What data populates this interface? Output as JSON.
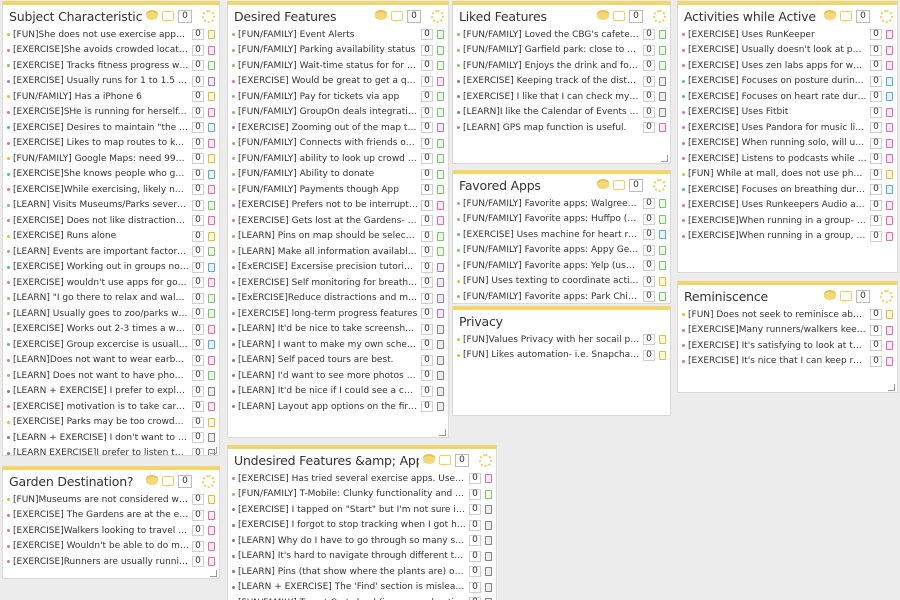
{
  "colors": {
    "accent": "#f2d66b",
    "pink": "#e86aa8",
    "green": "#7cc46a",
    "purple": "#9a7ad0",
    "blue": "#5aa8e0",
    "yellow": "#e0c030",
    "gray": "#808080"
  },
  "panels": [
    {
      "title": "Subject Characteristics",
      "count": "0",
      "rows": [
        {
          "t": "[FUN]She does not use exercise apps. Finds t...",
          "c": "0",
          "tag": "yellow"
        },
        {
          "t": "[EXERCISE]She avoids crowded locations whe...",
          "c": "0",
          "tag": "pink"
        },
        {
          "t": "[EXERCISE] Tracks fitness progress with app.",
          "c": "0",
          "tag": "green"
        },
        {
          "t": "[EXERCISE] Usually runs for 1 to 1.5 hours.",
          "c": "0",
          "tag": "purple"
        },
        {
          "t": "[FUN/FAMILY] Has a iPhone 6",
          "c": "0",
          "tag": "yellow"
        },
        {
          "t": "[EXERCISE]SHe is running for herself. People i...",
          "c": "0",
          "tag": "pink"
        },
        {
          "t": "[EXERCISE] Desires to maintain \"the zone\" re...",
          "c": "0",
          "tag": "blue"
        },
        {
          "t": "[EXERCISE] Likes to map routes to keep track...",
          "c": "0",
          "tag": "pink"
        },
        {
          "t": "[FUN/FAMILY] Google Maps: need 99% accur...",
          "c": "0",
          "tag": "yellow"
        },
        {
          "t": "[EXERCISE]She knows people who go to the ...",
          "c": "0",
          "tag": "blue"
        },
        {
          "t": "[EXERCISE]While exercising, likely not be inte...",
          "c": "0",
          "tag": "pink"
        },
        {
          "t": "[LEARN] Visits Museums/Parks several times ...",
          "c": "0",
          "tag": "green"
        },
        {
          "t": "[EXERCISE] Does not like distractions while ru...",
          "c": "0",
          "tag": "pink"
        },
        {
          "t": "[EXERCISE] Runs alone",
          "c": "0",
          "tag": "yellow"
        },
        {
          "t": "[LEARN] Events are important factor in atten...",
          "c": "0",
          "tag": "green"
        },
        {
          "t": "[EXERCISE] Working out in groups not necess...",
          "c": "0",
          "tag": "blue"
        },
        {
          "t": "[EXERCISE] wouldn't use apps for goal trackin...",
          "c": "0",
          "tag": "pink"
        },
        {
          "t": "[LEARN] \"I go there to relax and walk around.\"",
          "c": "0",
          "tag": "green"
        },
        {
          "t": "[LEARN] Usually goes to zoo/parks with 1-2 o...",
          "c": "0",
          "tag": "green"
        },
        {
          "t": "[EXERCISE] Works out 2-3 times a week 2-3 ...",
          "c": "0",
          "tag": "pink"
        },
        {
          "t": "[EXERCISE] Group excercise is usually coordi...",
          "c": "0",
          "tag": "blue"
        },
        {
          "t": "[LEARN]Does not want to wear earbuds beca...",
          "c": "0",
          "tag": "pink"
        },
        {
          "t": "[LEARN] Does not want to have phone out all...",
          "c": "0",
          "tag": "green"
        },
        {
          "t": "[LEARN + EXERCISE] I prefer to explore on m...",
          "c": "0",
          "tag": "gray"
        },
        {
          "t": "[EXERCISE] motivation is to take care of the b...",
          "c": "0",
          "tag": "pink"
        },
        {
          "t": "[EXERCISE] Parks may be too crowded to run...",
          "c": "0",
          "tag": "yellow"
        },
        {
          "t": "[LEARN + EXERCISE] I don't want to constantl...",
          "c": "0",
          "tag": "gray"
        },
        {
          "t": "[LEARN EXERCISE]I prefer to listen to an audi...",
          "c": "0",
          "tag": "gray"
        }
      ]
    },
    {
      "title": "Garden Destination?",
      "count": "0",
      "rows": [
        {
          "t": "[FUN]Museums are not considered when deci...",
          "c": "0",
          "tag": "yellow"
        },
        {
          "t": "[EXERCISE] The Gardens are at the end of a lo...",
          "c": "0",
          "tag": "pink"
        },
        {
          "t": "[EXERCISE]Walkers looking to travel shorter ...",
          "c": "0",
          "tag": "pink"
        },
        {
          "t": "[EXERCISE] Wouldn't be able to do more then...",
          "c": "0",
          "tag": "pink"
        },
        {
          "t": "[EXERCISE]Runners are usually running throu...",
          "c": "0",
          "tag": "pink"
        }
      ]
    },
    {
      "title": "Desired Features",
      "count": "0",
      "rows": [
        {
          "t": "[FUN/FAMILY] Event Alerts",
          "c": "0",
          "tag": "green"
        },
        {
          "t": "[FUN/FAMILY] Parking availability status",
          "c": "0",
          "tag": "green"
        },
        {
          "t": "[FUN/FAMILY] Wait-time status for for exhibit...",
          "c": "0",
          "tag": "green"
        },
        {
          "t": "[EXERCISE] Would be great to get a quick ans...",
          "c": "0",
          "tag": "pink"
        },
        {
          "t": "[FUN/FAMILY] Pay for tickets via app",
          "c": "0",
          "tag": "green"
        },
        {
          "t": "[FUN/FAMILY] GroupOn deals integration",
          "c": "0",
          "tag": "green"
        },
        {
          "t": "[EXERCISE] Zooming out of the map to see in ...",
          "c": "0",
          "tag": "purple"
        },
        {
          "t": "[FUN/FAMILY] Connects with friends on Group...",
          "c": "0",
          "tag": "green"
        },
        {
          "t": "[FUN/FAMILY] ability to look up crowd status ...",
          "c": "0",
          "tag": "green"
        },
        {
          "t": "[FUN/FAMILY] Ability to donate",
          "c": "0",
          "tag": "green"
        },
        {
          "t": "[FUN/FAMILY] Payments though App",
          "c": "0",
          "tag": "green"
        },
        {
          "t": "[EXERCISE] Prefers not to be interrupted while...",
          "c": "0",
          "tag": "pink"
        },
        {
          "t": "[EXERCISE] Gets lost at the Gardens- Would lo...",
          "c": "0",
          "tag": "pink"
        },
        {
          "t": "[LEARN] Pins on map should be selectable.",
          "c": "0",
          "tag": "green"
        },
        {
          "t": "[LEARN] Make all information available in the a...",
          "c": "0",
          "tag": "green"
        },
        {
          "t": "[ExERCISE] Excersise precision tutorials and h...",
          "c": "0",
          "tag": "purple"
        },
        {
          "t": "[EXERCISE] Self monitoring for breathing and p...",
          "c": "0",
          "tag": "purple"
        },
        {
          "t": "[ExERCISE]Reduce distractions and maintain f...",
          "c": "0",
          "tag": "purple"
        },
        {
          "t": "[EXERCISE] long-term progress features",
          "c": "0",
          "tag": "purple"
        },
        {
          "t": "[LEARN] It'd be nice to take screenshots of the...",
          "c": "0",
          "tag": "gray"
        },
        {
          "t": "[LEARN] I want to make my own schedule to g...",
          "c": "0",
          "tag": "gray"
        },
        {
          "t": "[LEARN] Self paced tours are best.",
          "c": "0",
          "tag": "gray"
        },
        {
          "t": "[LEARN] I'd want to see more photos of the gar...",
          "c": "0",
          "tag": "gray"
        },
        {
          "t": "[LEARN] It'd be nice if I could see a categorizat...",
          "c": "0",
          "tag": "gray"
        },
        {
          "t": "[LEARN] Layout app options on the first page ...",
          "c": "0",
          "tag": "gray"
        }
      ]
    },
    {
      "title": "Undesired Features &amp; Apps",
      "count": "0",
      "rows": [
        {
          "t": "[EXERCISE] Has tried several exercise apps. Uses Nike app. ...",
          "c": "0",
          "tag": "pink"
        },
        {
          "t": "[FUN/FAMILY] T-Mobile: Clunky functionality and inacurate...",
          "c": "0",
          "tag": "green"
        },
        {
          "t": "[EXERCISE] I tapped on \"Start\" but I'm not sure if the app a...",
          "c": "0",
          "tag": "gray"
        },
        {
          "t": "[EXERCISE] I forgot to stop tracking when I got home",
          "c": "0",
          "tag": "gray"
        },
        {
          "t": "[LEARN] Why do I have to go through so many screens to g...",
          "c": "0",
          "tag": "gray"
        },
        {
          "t": "[LEARN] It's hard to navigate through different tours.",
          "c": "0",
          "tag": "gray"
        },
        {
          "t": "[LEARN] Pins (that show where the plants are) on the map ...",
          "c": "0",
          "tag": "gray"
        },
        {
          "t": "[LEARN + EXERCISE] The 'Find' section is misleading becaus...",
          "c": "0",
          "tag": "gray"
        },
        {
          "t": "[FUN/FAMILY] Target Cartwheel (issue: need notifications f...",
          "c": "0",
          "tag": "gray"
        }
      ]
    },
    {
      "title": "Liked Features",
      "count": "0",
      "rows": [
        {
          "t": "[FUN/FAMILY] Loved the CBG's cafeteria & ou...",
          "c": "0",
          "tag": "green"
        },
        {
          "t": "[FUN/FAMILY] Garfield park: close to home",
          "c": "0",
          "tag": "green"
        },
        {
          "t": "[FUN/FAMILY] Enjoys the drink and food sele...",
          "c": "0",
          "tag": "green"
        },
        {
          "t": "[EXERCISE] Keeping track of the distance I wa...",
          "c": "0",
          "tag": "gray"
        },
        {
          "t": "[EXERCISE] I like that I can check my current l...",
          "c": "0",
          "tag": "gray"
        },
        {
          "t": "[LEARN]I like the Calendar of Events in Garde...",
          "c": "0",
          "tag": "gray"
        },
        {
          "t": "[LEARN] GPS map function is useful.",
          "c": "0",
          "tag": "pink"
        }
      ]
    },
    {
      "title": "Favored Apps",
      "count": "0",
      "rows": [
        {
          "t": "[FUN/FAMILY] Favorite apps: Walgreen's app ...",
          "c": "0",
          "tag": "green"
        },
        {
          "t": "[FUN/FAMILY] Favorite apps: Huffpo (Huffing...",
          "c": "0",
          "tag": "green"
        },
        {
          "t": "[EXERCISE] Uses machine for heart rate.",
          "c": "0",
          "tag": "blue"
        },
        {
          "t": "[FUN/FAMILY] Favorite apps: Appy Geek",
          "c": "0",
          "tag": "green"
        },
        {
          "t": "[FUN/FAMILY] Favorite apps: Yelp (use all the...",
          "c": "0",
          "tag": "green"
        },
        {
          "t": "[FUN] Uses texting to coordinate activities wi...",
          "c": "0",
          "tag": "yellow"
        },
        {
          "t": "[FUN/FAMILY] Favorite apps: Park Chicago (a...",
          "c": "0",
          "tag": "green"
        }
      ]
    },
    {
      "title": "Privacy",
      "count": "",
      "rows": [
        {
          "t": "[FUN]Values Privacy with her socail posts (con...",
          "c": "0",
          "tag": "yellow"
        },
        {
          "t": "[FUN] Likes automation- i.e. Snapchats go aw...",
          "c": "0",
          "tag": "yellow"
        }
      ]
    },
    {
      "title": "Activities while Active",
      "count": "0",
      "rows": [
        {
          "t": "[EXERCISE] Uses RunKeeper",
          "c": "0",
          "tag": "pink"
        },
        {
          "t": "[EXERCISE] Usually doesn't look at phone whil...",
          "c": "0",
          "tag": "pink"
        },
        {
          "t": "[EXERCISE] Uses zen labs apps for working pa...",
          "c": "0",
          "tag": "pink"
        },
        {
          "t": "[EXERCISE] Focuses on posture during workout.",
          "c": "0",
          "tag": "blue"
        },
        {
          "t": "[EXERCISE] Focuses on heart rate during work...",
          "c": "0",
          "tag": "blue"
        },
        {
          "t": "[EXERCISE] Uses Fitbit",
          "c": "0",
          "tag": "pink"
        },
        {
          "t": "[EXERCISE] Uses Pandora for music listening",
          "c": "0",
          "tag": "pink"
        },
        {
          "t": "[EXERCISE] When running solo, will usually ha...",
          "c": "0",
          "tag": "pink"
        },
        {
          "t": "[EXERCISE] Listens to podcasts while running.",
          "c": "0",
          "tag": "pink"
        },
        {
          "t": "[FUN] While at mall, does not use phone for in...",
          "c": "0",
          "tag": "yellow"
        },
        {
          "t": "[EXERCISE] Focuses on breathing during work...",
          "c": "0",
          "tag": "blue"
        },
        {
          "t": "[EXERCISE] Uses Runkeepers Audio alerts fun...",
          "c": "0",
          "tag": "pink"
        },
        {
          "t": "[EXERCISE]When running in a group- nobody ...",
          "c": "0",
          "tag": "pink"
        },
        {
          "t": "[EXERCISE]When running in a group, phones a...",
          "c": "0",
          "tag": "pink"
        }
      ]
    },
    {
      "title": "Reminiscence",
      "count": "0",
      "rows": [
        {
          "t": "[FUN] Does not seek to reminisce about a me...",
          "c": "0",
          "tag": "yellow"
        },
        {
          "t": "[EXERCISE]Many runners/walkers keep detail...",
          "c": "0",
          "tag": "pink"
        },
        {
          "t": "[EXERCISE] It's satisfying to look at the map t...",
          "c": "0",
          "tag": "pink"
        },
        {
          "t": "[EXERCISE] It's nice that I can keep records of...",
          "c": "0",
          "tag": "pink"
        }
      ]
    }
  ]
}
